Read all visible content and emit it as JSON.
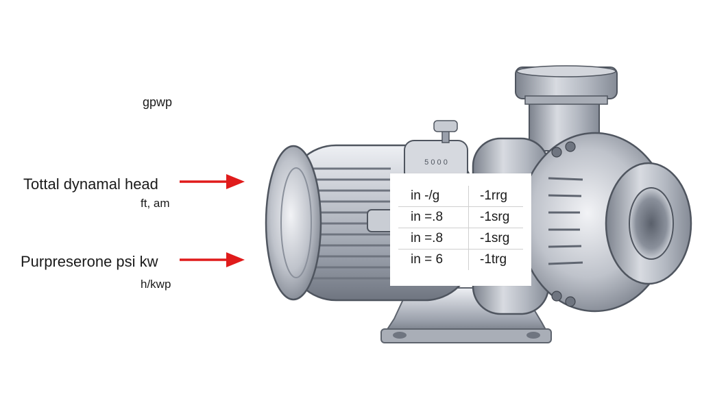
{
  "labels": {
    "top_unit": "gpwp",
    "head_title": "Tottal dynamal head",
    "head_unit": "ft, am",
    "power_title": "Purpreserone psi kw",
    "power_unit": "h/kwp"
  },
  "motor_plate_text": "5 0 0 0",
  "table": {
    "rows": [
      [
        "in -/g",
        "-1rrg"
      ],
      [
        "in =.8",
        "-1srg"
      ],
      [
        "in =.8",
        "-1srg"
      ],
      [
        "in = 6",
        "-1trg"
      ]
    ]
  },
  "colors": {
    "arrow": "#e01b1b",
    "metal": "#b9bdc6"
  }
}
